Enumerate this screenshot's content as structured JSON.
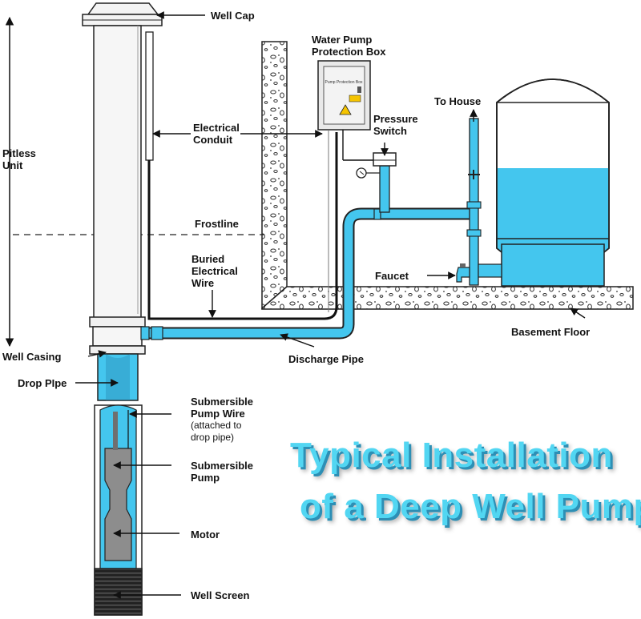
{
  "colors": {
    "water": "#44c6ee",
    "water_dark": "#2a8fb8",
    "outline": "#222222",
    "casing": "#f4f4f4",
    "concrete": "#ffffff",
    "title": "#52d6f2"
  },
  "labels": {
    "well_cap": "Well Cap",
    "pitless": [
      "Pitless",
      "Unit"
    ],
    "electrical_conduit": [
      "Electrical",
      "Conduit"
    ],
    "protection_box": [
      "Water Pump",
      "Protection Box"
    ],
    "box_plate": "Pump Protection Box",
    "pressure_switch": [
      "Pressure",
      "Switch"
    ],
    "to_house": "To House",
    "frostline": "Frostline",
    "buried_wire": [
      "Buried",
      "Electrical",
      "Wire"
    ],
    "faucet": "Faucet",
    "basement_floor": "Basement Floor",
    "well_casing": "Well Casing",
    "discharge_pipe": "Discharge Pipe",
    "drop_pipe": "Drop PIpe",
    "pump_wire": [
      "Submersible",
      "Pump Wire"
    ],
    "pump_wire_note": [
      "(attached to",
      "drop pipe)"
    ],
    "submersible_pump": [
      "Submersible",
      "Pump"
    ],
    "motor": "Motor",
    "well_screen": "Well Screen"
  },
  "title": [
    "Typical Installation",
    "of a Deep Well Pump"
  ]
}
